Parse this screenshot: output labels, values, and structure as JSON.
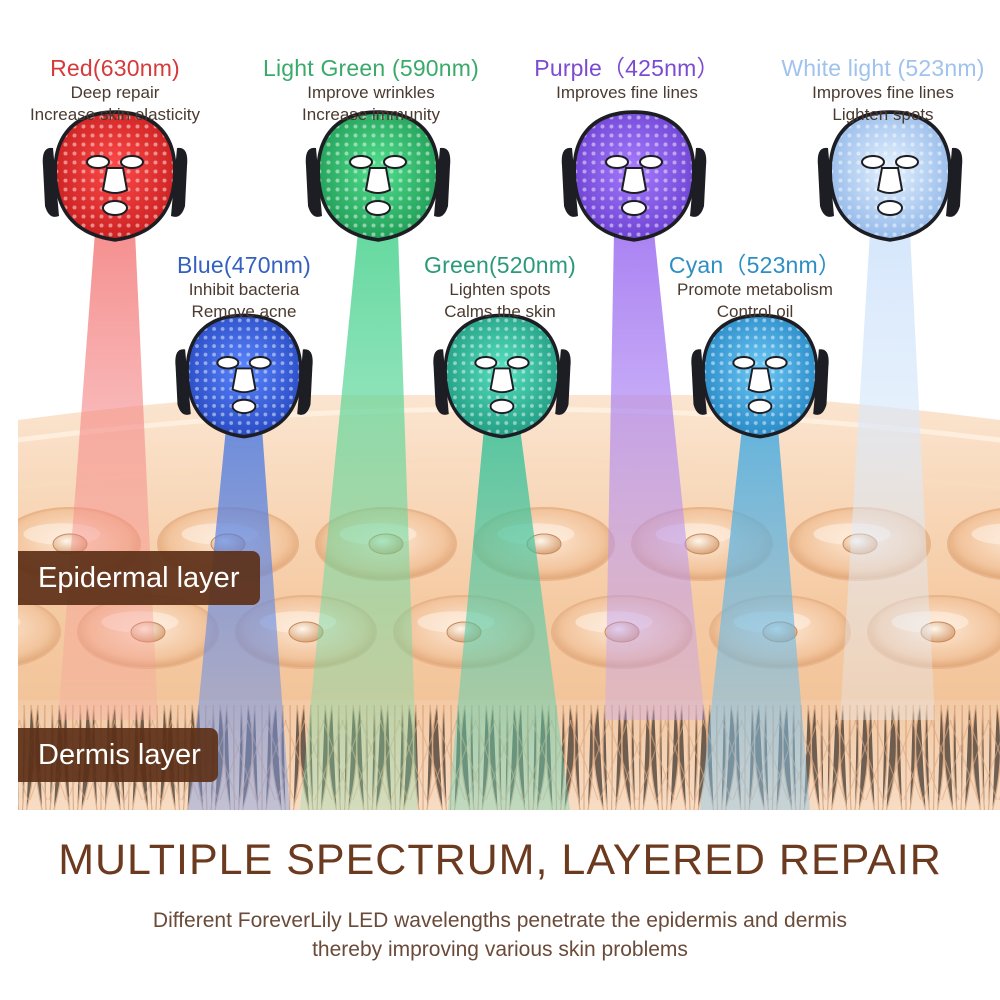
{
  "spectra": [
    {
      "name": "Red(630nm)",
      "lines": [
        "Deep repair",
        "Increase skin elasticity"
      ],
      "color": "#d63a3a"
    },
    {
      "name": "Light Green (590nm)",
      "lines": [
        "Improve wrinkles",
        "Increase immunity"
      ],
      "color": "#3aaa6a"
    },
    {
      "name": "Purple（425nm）",
      "lines": [
        "Improves fine lines"
      ],
      "color": "#7b4bd0"
    },
    {
      "name": "White light (523nm)",
      "lines": [
        "Improves fine lines",
        "Lighten spots"
      ],
      "color": "#9fc3ee"
    },
    {
      "name": "Blue(470nm)",
      "lines": [
        "Inhibit bacteria",
        "Remove acne"
      ],
      "color": "#3460c0"
    },
    {
      "name": "Green(520nm)",
      "lines": [
        "Lighten spots",
        "Calms the skin"
      ],
      "color": "#2a9a78"
    },
    {
      "name": "Cyan（523nm）",
      "lines": [
        "Promote metabolism",
        "Control oil"
      ],
      "color": "#2d8fc4"
    }
  ],
  "layers": {
    "epidermal": "Epidermal layer",
    "dermis": "Dermis layer"
  },
  "headline": "MULTIPLE SPECTRUM, LAYERED REPAIR",
  "subline": [
    "Different ForeverLily LED wavelengths penetrate the epidermis and dermis",
    "thereby improving various skin problems"
  ],
  "colors": {
    "headline": "#6b3a1f",
    "skin": "#f6cfa8",
    "label_bg": "#5c3018"
  }
}
